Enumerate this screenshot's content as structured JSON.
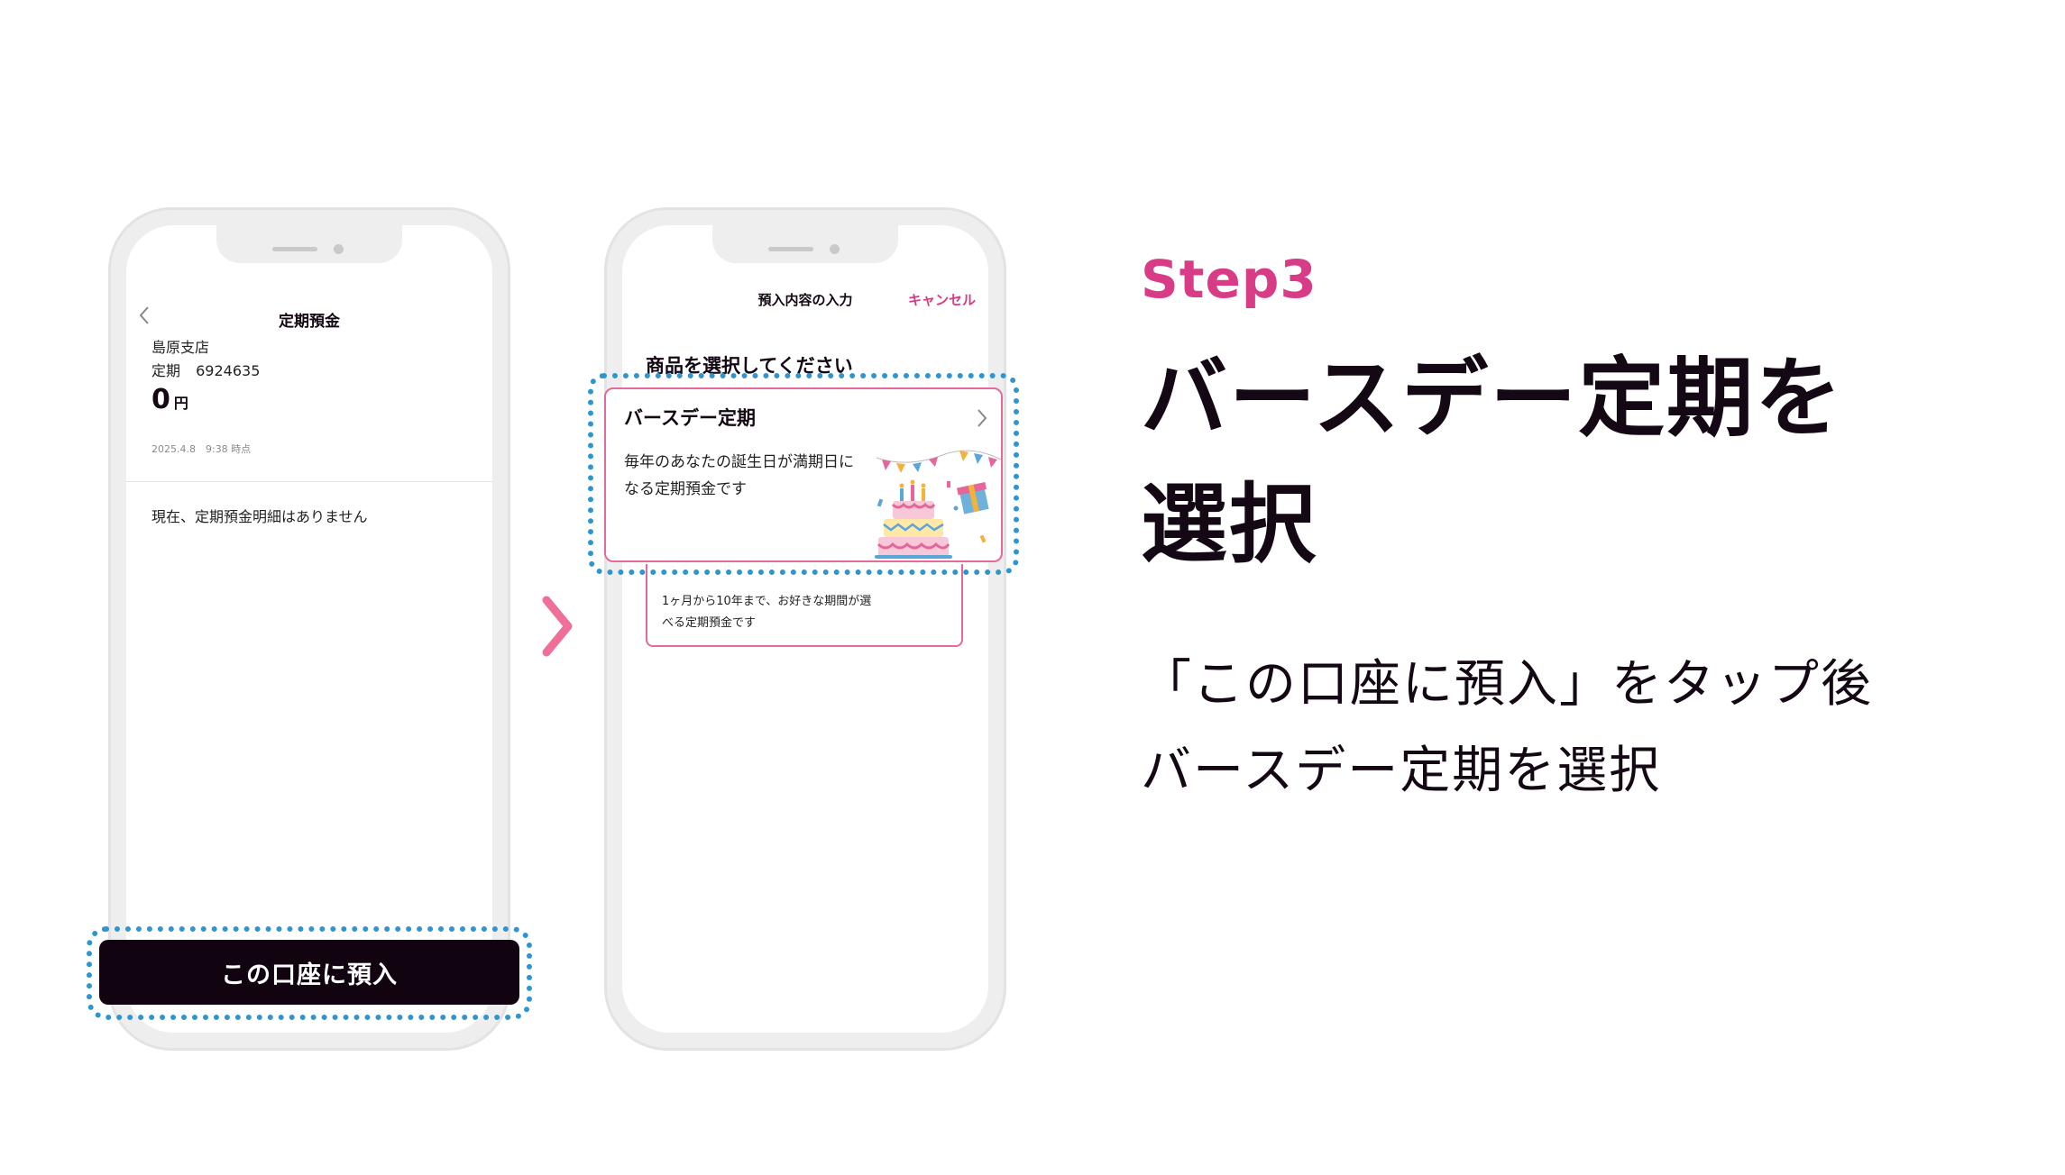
{
  "phone1": {
    "title": "定期預金",
    "branch": "島原支店",
    "account_type": "定期",
    "account_number": "6924635",
    "amount": "0",
    "amount_unit": "円",
    "timestamp": "2025.4.8　9:38 時点",
    "empty_message": "現在、定期預金明細はありません",
    "deposit_button_label": "この口座に預入"
  },
  "phone2": {
    "title": "預入内容の入力",
    "cancel_label": "キャンセル",
    "heading": "商品を選択してください",
    "products": [
      {
        "name": "バースデー定期",
        "description": "毎年のあなたの誕生日が満期日になる定期預金です"
      },
      {
        "description": "1ヶ月から10年まで、お好きな期間が選べる定期預金です"
      }
    ]
  },
  "instruction": {
    "step": "Step3",
    "headline_line1": "バースデー定期を",
    "headline_line2": "選択",
    "body_line1": "「この口座に預入」をタップ後",
    "body_line2": "バースデー定期を選択"
  },
  "colors": {
    "accent_pink": "#d83c86",
    "highlight_blue": "#2f95cf",
    "button_dark": "#11030f"
  }
}
